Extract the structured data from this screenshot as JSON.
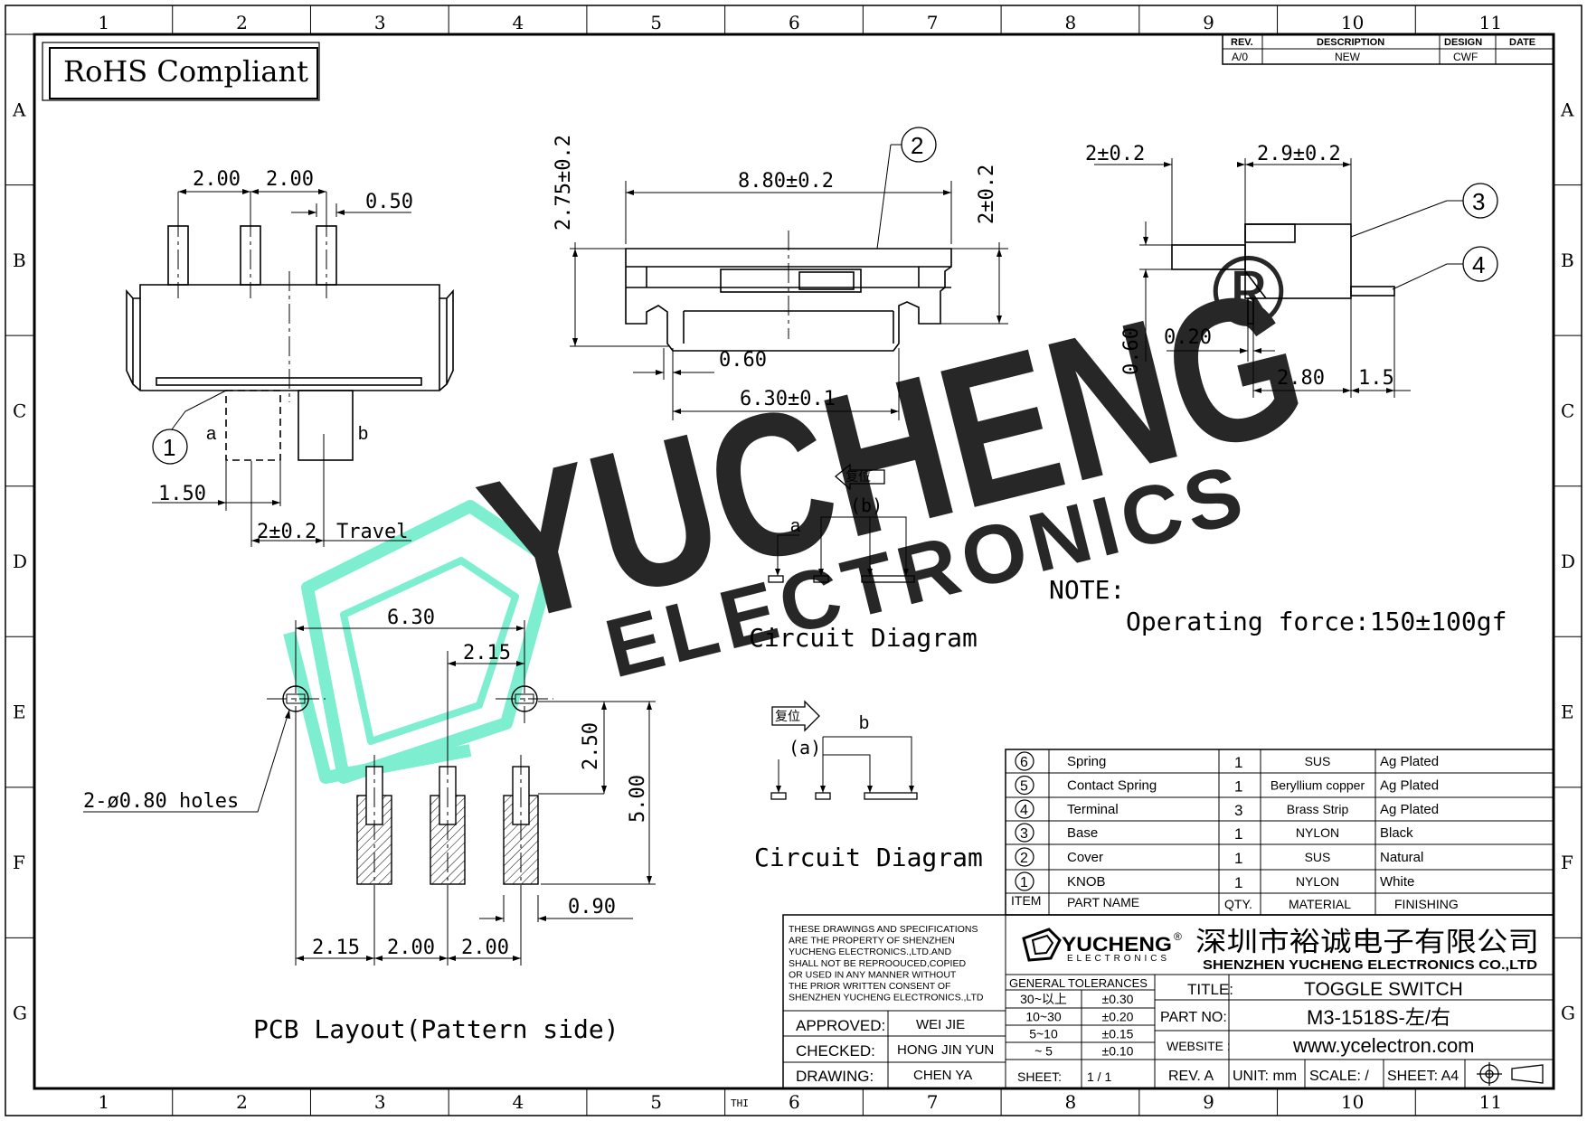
{
  "frame": {
    "cols": [
      "1",
      "2",
      "3",
      "4",
      "5",
      "6",
      "7",
      "8",
      "9",
      "10",
      "11"
    ],
    "rows": [
      "A",
      "B",
      "C",
      "D",
      "E",
      "F",
      "G"
    ],
    "thi": "THI"
  },
  "badge": "RoHS Compliant",
  "revision": {
    "headers": [
      "REV.",
      "DESCRIPTION",
      "DESIGN",
      "DATE"
    ],
    "row": [
      "A/0",
      "NEW",
      "CWF",
      ""
    ]
  },
  "front_view": {
    "dims": [
      "2.00",
      "2.00",
      "0.50",
      "1.50",
      "2±0.2",
      "Travel"
    ],
    "labels": [
      "a",
      "b"
    ],
    "callout": "1"
  },
  "top_view": {
    "dims": [
      "8.80±0.2",
      "2.75±0.2",
      "2±0.2",
      "0.60",
      "6.30±0.1"
    ],
    "callout": "2"
  },
  "side_view": {
    "dims": [
      "2±0.2",
      "2.9±0.2",
      "0.60",
      "0.20",
      "2.80",
      "1.5"
    ],
    "callouts": [
      "3",
      "4"
    ]
  },
  "circuit1": {
    "reset": "复位",
    "b": "(b)",
    "a": "a",
    "caption": "Circuit Diagram"
  },
  "circuit2": {
    "reset": "复位",
    "a": "(a)",
    "b": "b",
    "caption": "Circuit Diagram"
  },
  "note": {
    "label": "NOTE:",
    "text": "Operating force:150±100gf"
  },
  "pcb": {
    "dims": [
      "6.30",
      "2.15",
      "2.50",
      "5.00",
      "0.90",
      "2.15",
      "2.00",
      "2.00"
    ],
    "holes": "2-ø0.80 holes",
    "caption": "PCB Layout(Pattern side)"
  },
  "watermark": {
    "brand": "YUCHENG",
    "sub": "ELECTRONICS",
    "reg": "®"
  },
  "parts": {
    "rows": [
      {
        "item": "6",
        "name": "Spring",
        "qty": "1",
        "material": "SUS",
        "finishing": "Ag Plated"
      },
      {
        "item": "5",
        "name": "Contact Spring",
        "qty": "1",
        "material": "Beryllium copper",
        "finishing": "Ag Plated"
      },
      {
        "item": "4",
        "name": "Terminal",
        "qty": "3",
        "material": "Brass Strip",
        "finishing": "Ag Plated"
      },
      {
        "item": "3",
        "name": "Base",
        "qty": "1",
        "material": "NYLON",
        "finishing": "Black"
      },
      {
        "item": "2",
        "name": "Cover",
        "qty": "1",
        "material": "SUS",
        "finishing": "Natural"
      },
      {
        "item": "1",
        "name": "KNOB",
        "qty": "1",
        "material": "NYLON",
        "finishing": "White"
      }
    ],
    "header": {
      "item": "ITEM",
      "name": "PART NAME",
      "qty": "QTY.",
      "material": "MATERIAL",
      "finishing": "FINISHING"
    }
  },
  "title_block": {
    "disclaimer": [
      "THESE DRAWINGS AND SPECIFICATIONS",
      "ARE THE PROPERTY OF SHENZHEN",
      "YUCHENG ELECTRONICS.,LTD.AND",
      "SHALL NOT BE REPROOUCED,COPIED",
      "OR USED IN ANY MANNER WITHOUT",
      "THE PRIOR WRITTEN CONSENT OF",
      "SHENZHEN YUCHENG ELECTRONICS.,LTD"
    ],
    "logo": "YUCHENG",
    "logo_reg": "®",
    "logo_sub": "ELECTRONICS",
    "company_cn": "深圳市裕诚电子有限公司",
    "company_en": "SHENZHEN YUCHENG ELECTRONICS CO.,LTD",
    "approved_label": "APPROVED:",
    "approved": "WEI JIE",
    "checked_label": "CHECKED:",
    "checked": "HONG JIN YUN",
    "drawing_label": "DRAWING:",
    "drawing": "CHEN YA",
    "tol_title": "GENERAL TOLERANCES",
    "tolerances": [
      [
        "30~以上",
        "±0.30"
      ],
      [
        "10~30",
        "±0.20"
      ],
      [
        "5~10",
        "±0.15"
      ],
      [
        "~ 5",
        "±0.10"
      ]
    ],
    "sheet_label": "SHEET:",
    "sheet": "1 / 1",
    "title_label": "TITLE:",
    "title": "TOGGLE SWITCH",
    "partno_label": "PART NO:",
    "partno": "M3-1518S-左/右",
    "website_label": "WEBSITE :",
    "website": "www.ycelectron.com",
    "rev": "REV. A",
    "unit": "UNIT: mm",
    "scale": "SCALE: /",
    "sheet_size": "SHEET: A4"
  }
}
